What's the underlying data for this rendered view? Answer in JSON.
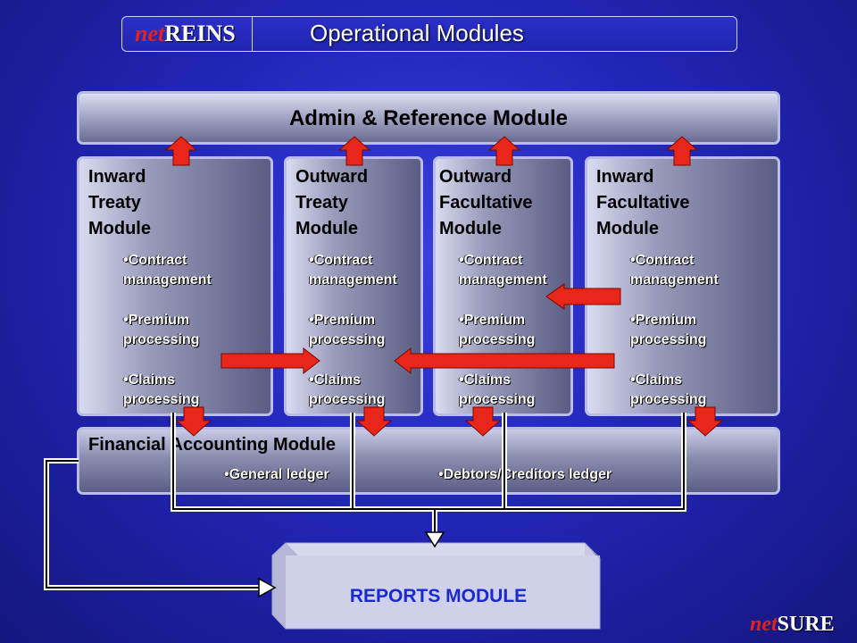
{
  "header": {
    "logo_net": "net",
    "logo_brand": "REINS",
    "title": "Operational Modules"
  },
  "admin": {
    "title": "Admin & Reference Module"
  },
  "modules": [
    {
      "title": "Inward\nTreaty\nModule",
      "bullets": [
        "•Contract\nmanagement",
        "•Premium\nprocessing",
        "•Claims\nprocessing"
      ]
    },
    {
      "title": "Outward\nTreaty\nModule",
      "bullets": [
        "•Contract\nmanagement",
        "•Premium\nprocessing",
        "•Claims\nprocessing"
      ]
    },
    {
      "title": "Outward\nFacultative\nModule",
      "bullets": [
        "•Contract\nmanagement",
        "•Premium\nprocessing",
        "•Claims\nprocessing"
      ]
    },
    {
      "title": "Inward\nFacultative\nModule",
      "bullets": [
        "•Contract\nmanagement",
        "•Premium\nprocessing",
        "•Claims\nprocessing"
      ]
    }
  ],
  "financial": {
    "title": "Financial Accounting Module",
    "items": [
      "•General ledger",
      "•Debtors/Creditors ledger"
    ]
  },
  "reports": {
    "title": "REPORTS MODULE"
  },
  "footer": {
    "logo_net": "net",
    "logo_brand": "SURE"
  },
  "colors": {
    "arrow_red": "#e8261a",
    "background": "#2226b8",
    "reports_text": "#1a2ad0"
  }
}
